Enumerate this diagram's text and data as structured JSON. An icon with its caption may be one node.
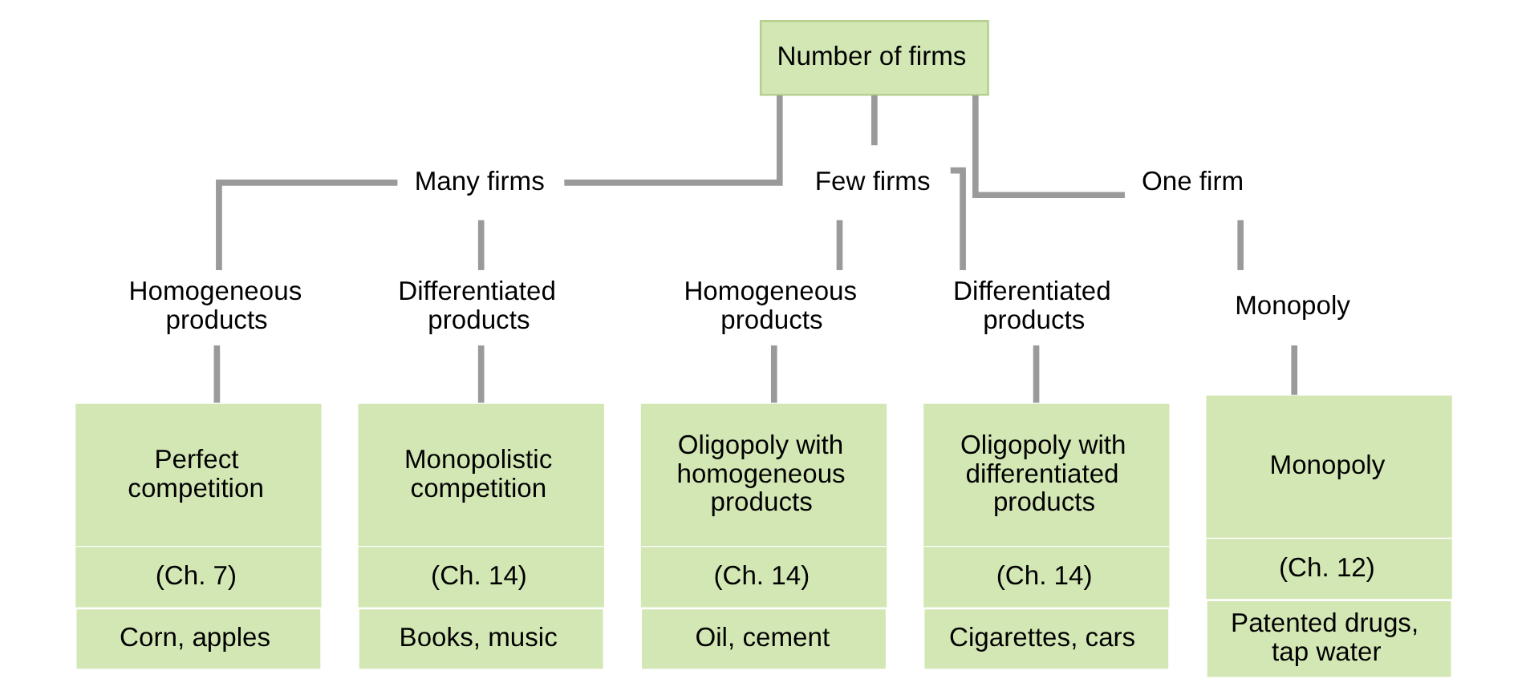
{
  "diagram": {
    "nodes": [
      {
        "text": [
          "Number of firms"
        ]
      },
      {
        "text": [
          "Many firms"
        ]
      },
      {
        "text": [
          "Few firms"
        ]
      },
      {
        "text": [
          "One firm"
        ]
      },
      {
        "text": [
          "Homogeneous products"
        ]
      },
      {
        "text": [
          "Differentiated products"
        ]
      },
      {
        "text": [
          "Homogeneous products"
        ]
      },
      {
        "text": [
          "Differentiated products"
        ]
      },
      {
        "text": [
          "Monopoly"
        ]
      },
      {
        "text": [
          "Perfect competition",
          "(Ch. 7)",
          "Corn, apples"
        ]
      },
      {
        "text": [
          "Monopolistic competition",
          "(Ch. 14)",
          "Books, music"
        ]
      },
      {
        "text": [
          "Oligopoly with homogeneous products",
          "(Ch. 14)",
          "Oil, cement"
        ]
      },
      {
        "text": [
          "Oligopoly with differentiated products",
          "(Ch. 14)",
          "Cigarettes, cars"
        ]
      },
      {
        "text": [
          "Monopoly",
          "(Ch. 12)",
          "Patented drugs, tap water"
        ]
      }
    ],
    "edges": [
      {
        "from": 0,
        "to": 1,
        "arrow": "none"
      },
      {
        "from": 0,
        "to": 2,
        "arrow": "none"
      },
      {
        "from": 0,
        "to": 3,
        "arrow": "none"
      },
      {
        "from": 1,
        "to": 4,
        "arrow": "none"
      },
      {
        "from": 1,
        "to": 5,
        "arrow": "none"
      },
      {
        "from": 2,
        "to": 6,
        "arrow": "none"
      },
      {
        "from": 2,
        "to": 7,
        "arrow": "none"
      },
      {
        "from": 3,
        "to": 8,
        "arrow": "none"
      },
      {
        "from": 4,
        "to": 9,
        "arrow": "none"
      },
      {
        "from": 5,
        "to": 10,
        "arrow": "none"
      },
      {
        "from": 6,
        "to": 11,
        "arrow": "none"
      },
      {
        "from": 7,
        "to": 12,
        "arrow": "none"
      },
      {
        "from": 8,
        "to": 13,
        "arrow": "none"
      }
    ]
  }
}
